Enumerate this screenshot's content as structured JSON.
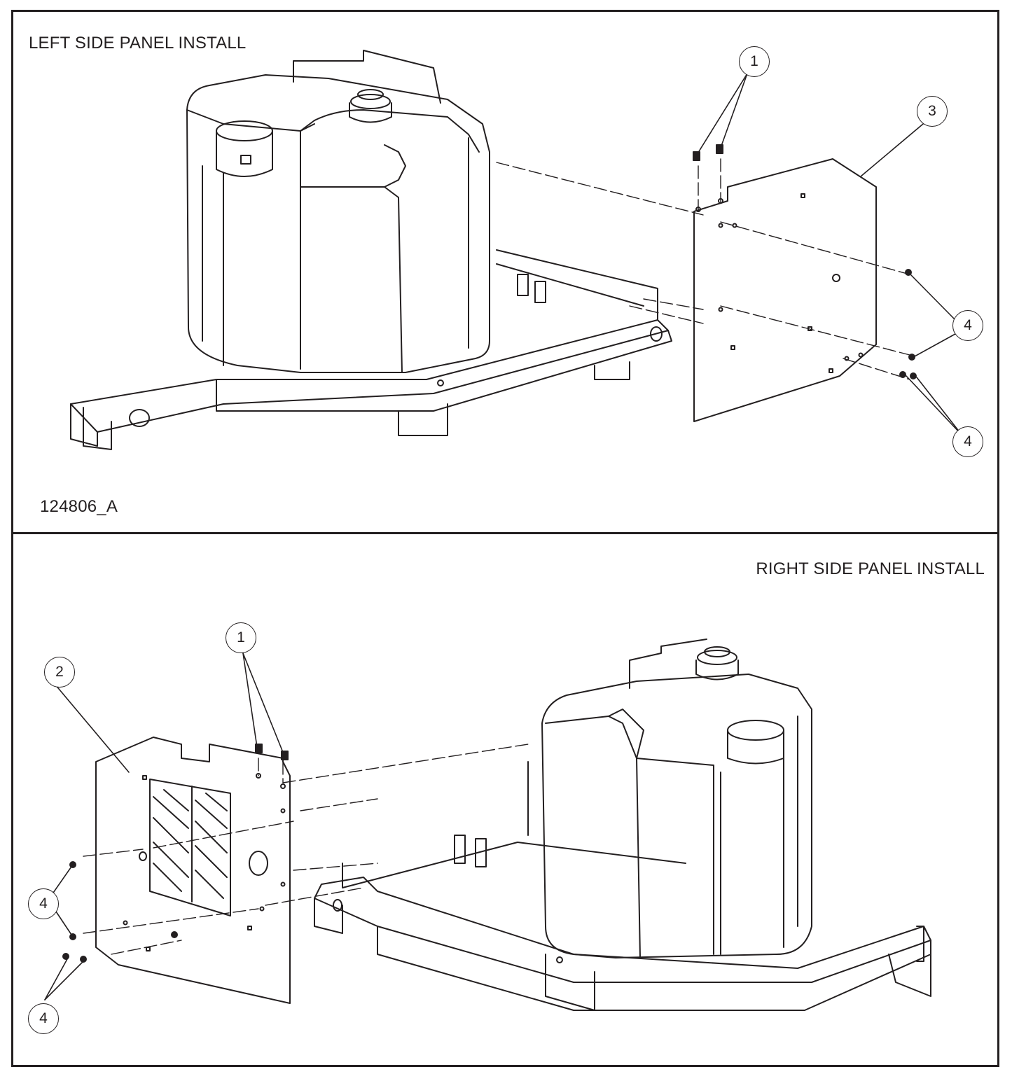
{
  "top_panel": {
    "title": "LEFT SIDE PANEL INSTALL",
    "drawing_number": "124806_A",
    "callouts": [
      "1",
      "3",
      "4",
      "4"
    ]
  },
  "bottom_panel": {
    "title": "RIGHT SIDE PANEL INSTALL",
    "callouts": [
      "1",
      "2",
      "4",
      "4"
    ]
  },
  "colors": {
    "line": "#231f20",
    "background": "#ffffff"
  },
  "icons": [
    "tank-icon",
    "frame-icon",
    "side-panel-icon",
    "fastener-icon"
  ]
}
